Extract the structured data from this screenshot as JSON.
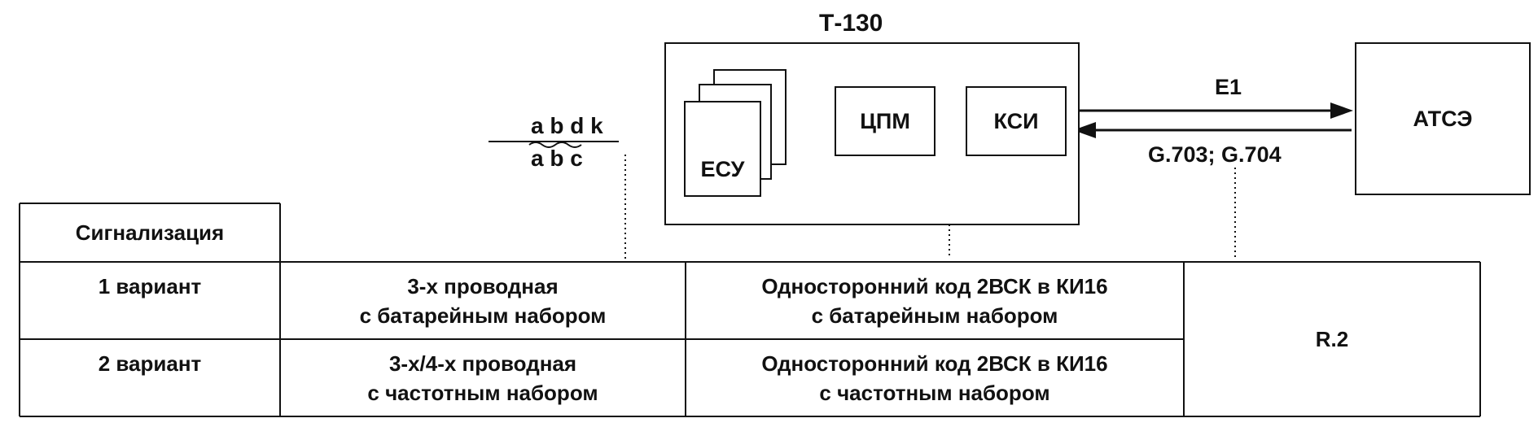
{
  "diagram": {
    "t130_label": "Т-130",
    "esu_label": "ЕСУ",
    "cpm_label": "ЦПМ",
    "ksi_label": "КСИ",
    "atse_label": "АТСЭ",
    "e1_label": "E1",
    "g_label": "G.703; G.704",
    "wires_top": "a b d k",
    "wires_bottom": "a b c"
  },
  "table": {
    "header": "Сигнализация",
    "rows": [
      {
        "label": "1 вариант",
        "col1": [
          "3-х проводная",
          "с батарейным набором"
        ],
        "col2": [
          "Односторонний код 2ВСК в КИ16",
          "с батарейным набором"
        ]
      },
      {
        "label": "2 вариант",
        "col1": [
          "3-х/4-х проводная",
          "с частотным набором"
        ],
        "col2": [
          "Односторонний код 2ВСК в КИ16",
          "с частотным набором"
        ]
      }
    ],
    "merged_col3": "R.2"
  }
}
